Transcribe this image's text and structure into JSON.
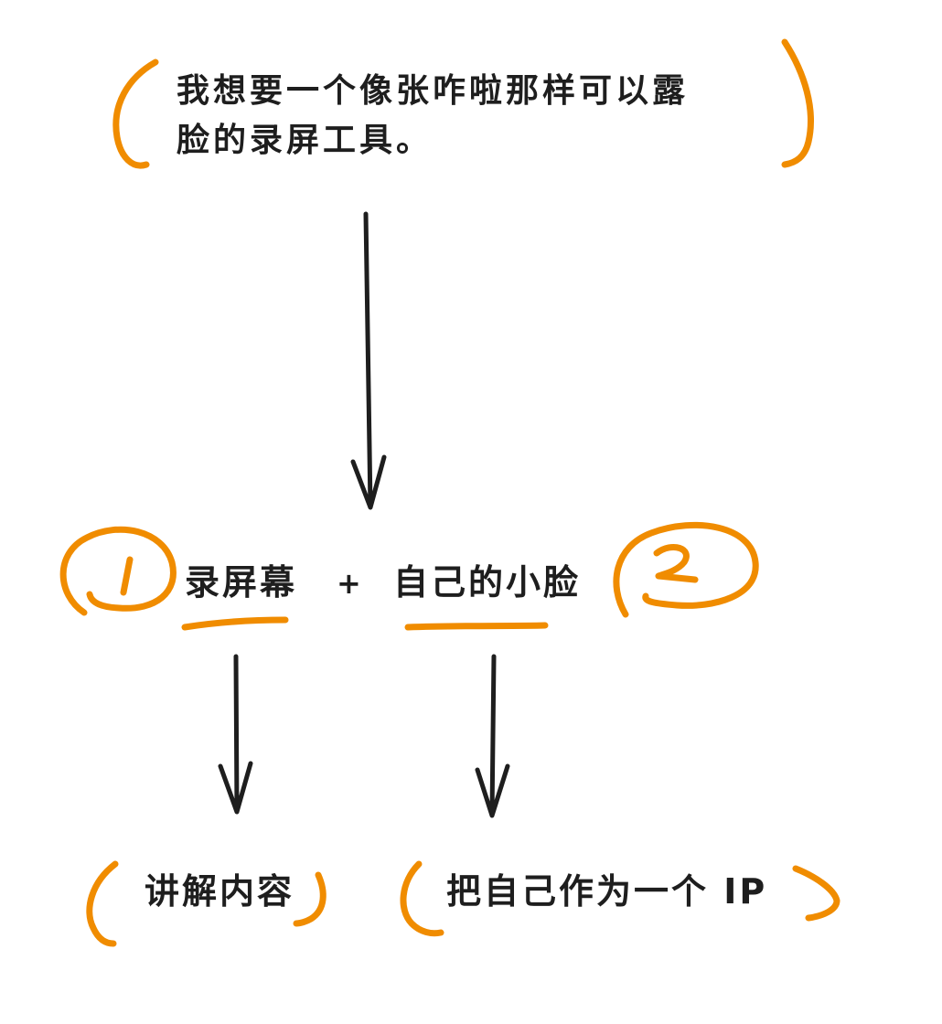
{
  "colors": {
    "accent": "#f08c00",
    "ink": "#1e1e1e"
  },
  "top_note": {
    "line1": "我想要一个像张咋啦那样可以露",
    "line2": "脸的录屏工具。"
  },
  "middle": {
    "left_number": "1",
    "left_label": "录屏幕",
    "plus": "+",
    "right_label": "自己的小脸",
    "right_number": "2"
  },
  "bottom": {
    "left_label": "讲解内容",
    "right_label": "把自己作为一个 IP"
  }
}
